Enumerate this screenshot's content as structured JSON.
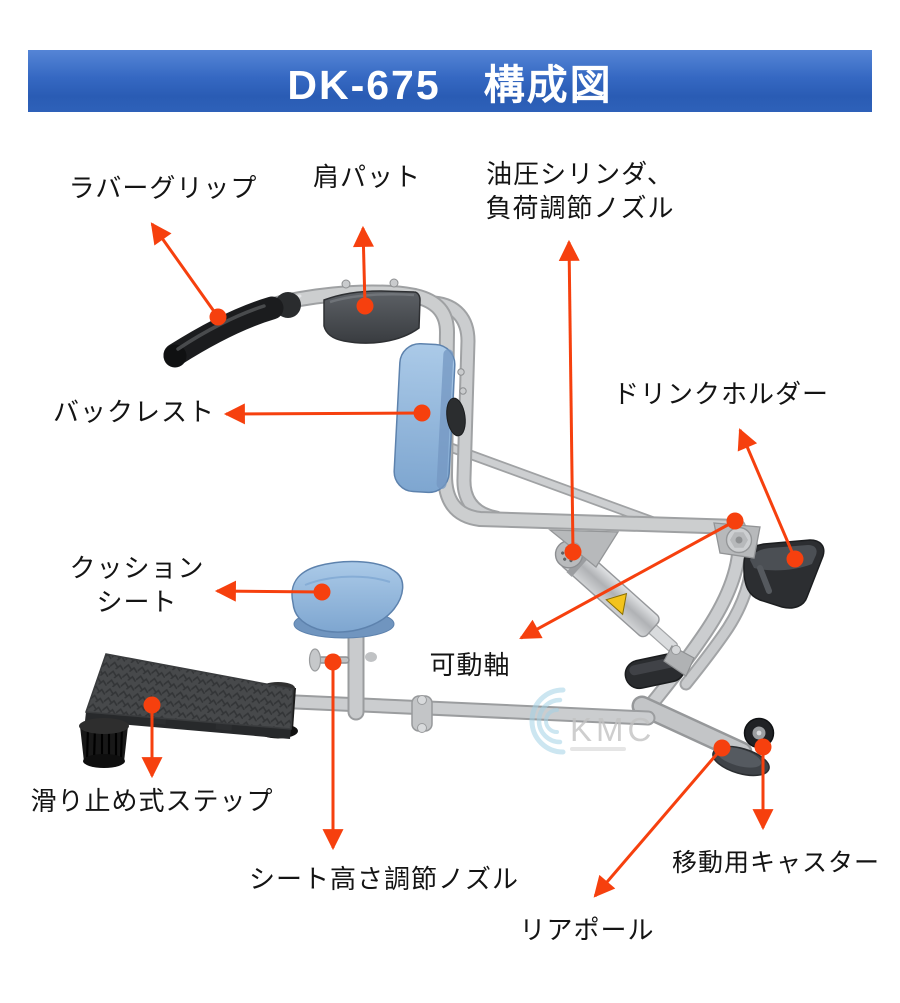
{
  "header": {
    "title": "DK-675　構成図"
  },
  "watermark": {
    "brand": "KMC"
  },
  "labels": {
    "rubber_grip": "ラバーグリップ",
    "shoulder_pad": "肩パット",
    "hydraulic_cylinder_line1": "油圧シリンダ、",
    "hydraulic_cylinder_line2": "負荷調節ノズル",
    "drink_holder": "ドリンクホルダー",
    "backrest": "バックレスト",
    "cushion_seat_line1": "クッション",
    "cushion_seat_line2": "シート",
    "movable_axis": "可動軸",
    "non_slip_step": "滑り止め式ステップ",
    "seat_height_nozzle": "シート高さ調節ノズル",
    "caster": "移動用キャスター",
    "rear_pole": "リアポール"
  },
  "colors": {
    "header_blue": "#2e61b9",
    "arrow_red": "#f6400e",
    "pad_blue": "#8fb4da",
    "frame_gray": "#c6c8ca",
    "watermark_blue": "#a4d2e6"
  }
}
